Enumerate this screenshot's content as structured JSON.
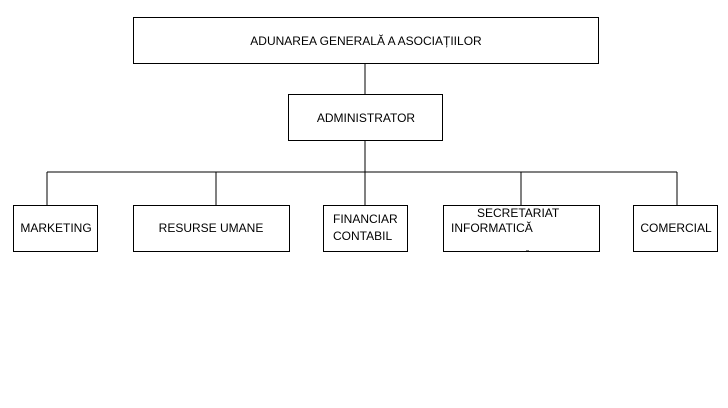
{
  "chart": {
    "root": {
      "label": "ADUNAREA GENERALĂ A ASOCIAȚIILOR"
    },
    "admin": {
      "label": "ADMINISTRATOR"
    },
    "departments": [
      {
        "lines": [
          "MARKETING"
        ]
      },
      {
        "lines": [
          "RESURSE UMANE"
        ]
      },
      {
        "lines": [
          "FINANCIAR",
          "CONTABIL"
        ]
      },
      {
        "lines": [
          "SECRETARIAT",
          "INFORMATICĂ"
        ]
      },
      {
        "lines": [
          "COMERCIAL"
        ]
      }
    ]
  }
}
